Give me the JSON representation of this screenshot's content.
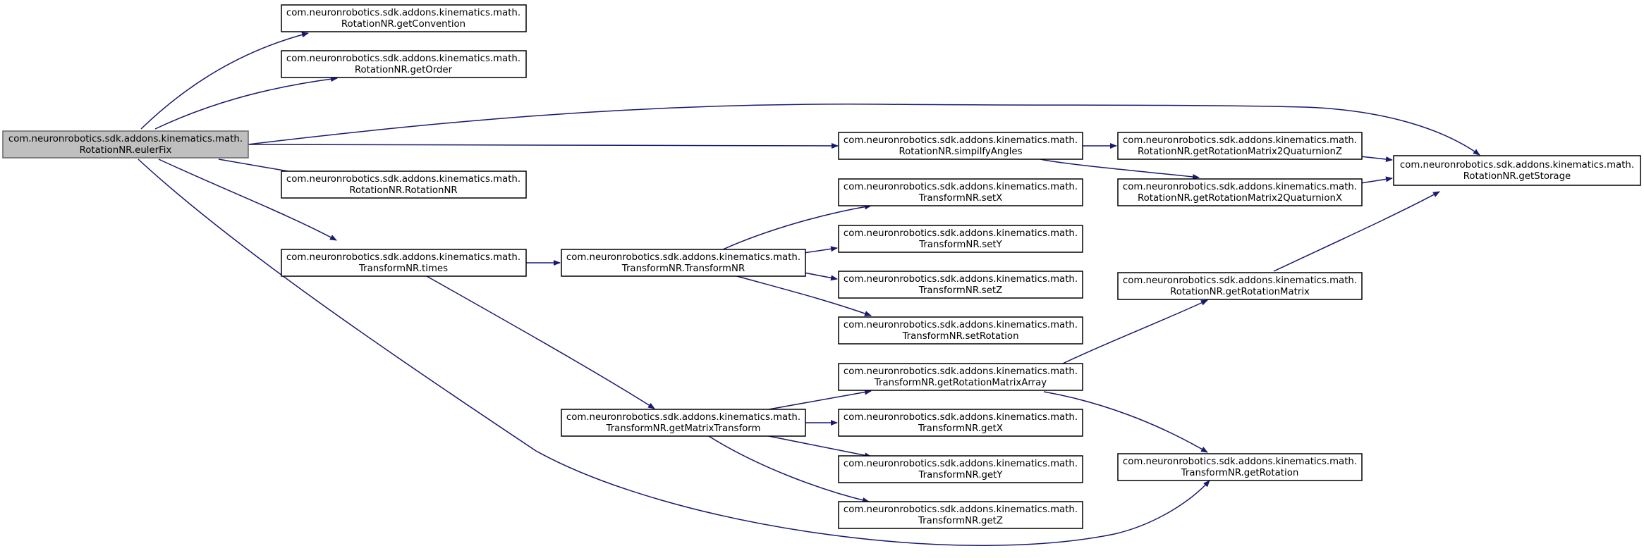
{
  "diagram": {
    "root_node": "eulerFix",
    "colors": {
      "edge": "#191970",
      "root_fill": "#bfbfbf",
      "node_fill": "#ffffff",
      "node_stroke": "#000000"
    },
    "nodes": [
      {
        "id": "eulerFix",
        "line1": "com.neuronrobotics.sdk.addons.kinematics.math.",
        "line2": "RotationNR.eulerFix"
      },
      {
        "id": "getConvention",
        "line1": "com.neuronrobotics.sdk.addons.kinematics.math.",
        "line2": "RotationNR.getConvention"
      },
      {
        "id": "getOrder",
        "line1": "com.neuronrobotics.sdk.addons.kinematics.math.",
        "line2": "RotationNR.getOrder"
      },
      {
        "id": "RotationNR",
        "line1": "com.neuronrobotics.sdk.addons.kinematics.math.",
        "line2": "RotationNR.RotationNR"
      },
      {
        "id": "times",
        "line1": "com.neuronrobotics.sdk.addons.kinematics.math.",
        "line2": "TransformNR.times"
      },
      {
        "id": "TransformNR",
        "line1": "com.neuronrobotics.sdk.addons.kinematics.math.",
        "line2": "TransformNR.TransformNR"
      },
      {
        "id": "getMatrixTransform",
        "line1": "com.neuronrobotics.sdk.addons.kinematics.math.",
        "line2": "TransformNR.getMatrixTransform"
      },
      {
        "id": "simpilfyAngles",
        "line1": "com.neuronrobotics.sdk.addons.kinematics.math.",
        "line2": "RotationNR.simpilfyAngles"
      },
      {
        "id": "setX",
        "line1": "com.neuronrobotics.sdk.addons.kinematics.math.",
        "line2": "TransformNR.setX"
      },
      {
        "id": "setY",
        "line1": "com.neuronrobotics.sdk.addons.kinematics.math.",
        "line2": "TransformNR.setY"
      },
      {
        "id": "setZ",
        "line1": "com.neuronrobotics.sdk.addons.kinematics.math.",
        "line2": "TransformNR.setZ"
      },
      {
        "id": "setRotation",
        "line1": "com.neuronrobotics.sdk.addons.kinematics.math.",
        "line2": "TransformNR.setRotation"
      },
      {
        "id": "getRotationMatrixArray",
        "line1": "com.neuronrobotics.sdk.addons.kinematics.math.",
        "line2": "TransformNR.getRotationMatrixArray"
      },
      {
        "id": "getX",
        "line1": "com.neuronrobotics.sdk.addons.kinematics.math.",
        "line2": "TransformNR.getX"
      },
      {
        "id": "getY",
        "line1": "com.neuronrobotics.sdk.addons.kinematics.math.",
        "line2": "TransformNR.getY"
      },
      {
        "id": "getZ",
        "line1": "com.neuronrobotics.sdk.addons.kinematics.math.",
        "line2": "TransformNR.getZ"
      },
      {
        "id": "getRotationMatrix2QuaturnionZ",
        "line1": "com.neuronrobotics.sdk.addons.kinematics.math.",
        "line2": "RotationNR.getRotationMatrix2QuaturnionZ"
      },
      {
        "id": "getRotationMatrix2QuaturnionX",
        "line1": "com.neuronrobotics.sdk.addons.kinematics.math.",
        "line2": "RotationNR.getRotationMatrix2QuaturnionX"
      },
      {
        "id": "getRotationMatrix",
        "line1": "com.neuronrobotics.sdk.addons.kinematics.math.",
        "line2": "RotationNR.getRotationMatrix"
      },
      {
        "id": "getRotation",
        "line1": "com.neuronrobotics.sdk.addons.kinematics.math.",
        "line2": "TransformNR.getRotation"
      },
      {
        "id": "getStorage",
        "line1": "com.neuronrobotics.sdk.addons.kinematics.math.",
        "line2": "RotationNR.getStorage"
      }
    ],
    "edges": [
      {
        "from": "eulerFix",
        "to": "getConvention"
      },
      {
        "from": "eulerFix",
        "to": "getOrder"
      },
      {
        "from": "eulerFix",
        "to": "getStorage"
      },
      {
        "from": "eulerFix",
        "to": "simpilfyAngles"
      },
      {
        "from": "eulerFix",
        "to": "RotationNR"
      },
      {
        "from": "eulerFix",
        "to": "times"
      },
      {
        "from": "eulerFix",
        "to": "getRotation"
      },
      {
        "from": "simpilfyAngles",
        "to": "getRotationMatrix2QuaturnionZ"
      },
      {
        "from": "simpilfyAngles",
        "to": "getRotationMatrix2QuaturnionX"
      },
      {
        "from": "getRotationMatrix2QuaturnionZ",
        "to": "getStorage"
      },
      {
        "from": "getRotationMatrix2QuaturnionX",
        "to": "getStorage"
      },
      {
        "from": "times",
        "to": "TransformNR"
      },
      {
        "from": "times",
        "to": "getMatrixTransform"
      },
      {
        "from": "TransformNR",
        "to": "setX"
      },
      {
        "from": "TransformNR",
        "to": "setY"
      },
      {
        "from": "TransformNR",
        "to": "setZ"
      },
      {
        "from": "TransformNR",
        "to": "setRotation"
      },
      {
        "from": "getRotationMatrix",
        "to": "getStorage"
      },
      {
        "from": "getRotationMatrixArray",
        "to": "getRotationMatrix"
      },
      {
        "from": "getRotationMatrixArray",
        "to": "getRotation"
      },
      {
        "from": "getMatrixTransform",
        "to": "getRotationMatrixArray"
      },
      {
        "from": "getMatrixTransform",
        "to": "getX"
      },
      {
        "from": "getMatrixTransform",
        "to": "getY"
      },
      {
        "from": "getMatrixTransform",
        "to": "getZ"
      }
    ]
  }
}
